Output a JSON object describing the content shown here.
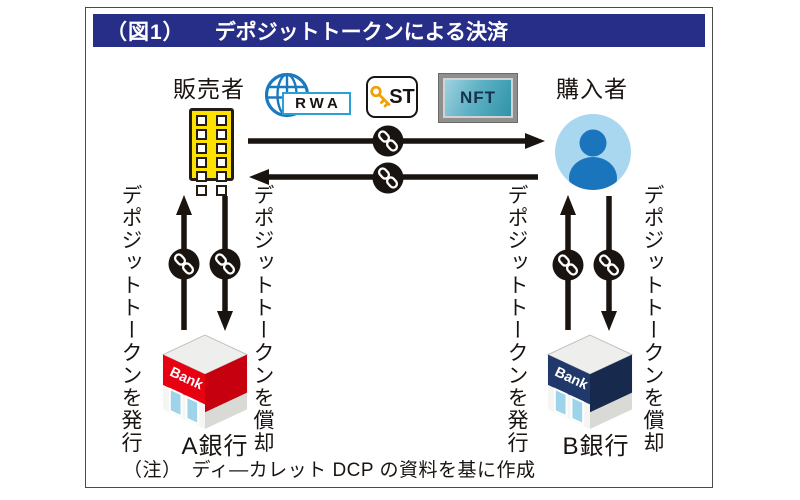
{
  "title": {
    "figure_label": "（図1）",
    "text": "デポジットトークンによる決済"
  },
  "actors": {
    "seller": "販売者",
    "buyer": "購入者",
    "bank_a": "A銀行",
    "bank_b": "B銀行",
    "bank_sign": "Bank"
  },
  "assets": {
    "rwa": "RWA",
    "st": "ST",
    "nft": "NFT"
  },
  "flows": {
    "seller_issue": "デポジットトークンを発行",
    "seller_redeem": "デポジットトークンを償却",
    "buyer_issue": "デポジットトークンを発行",
    "buyer_redeem": "デポジットトークンを償却"
  },
  "note": {
    "label": "（注）",
    "text": "ディ―カレット DCP の資料を基に作成"
  },
  "colors": {
    "title_bg": "#272e87",
    "bank_a": "#e60012",
    "bank_a_side": "#c7000f",
    "bank_b": "#21386b",
    "bank_b_side": "#18294e",
    "seller_building": "#ffe100",
    "buyer_circle": "#a9d7ef",
    "buyer_person": "#1a75bd",
    "globe_blue": "#1b79c0",
    "rwa_border": "#2aa0d8",
    "key_orange": "#f0a000",
    "arrow_black": "#1a1411"
  }
}
